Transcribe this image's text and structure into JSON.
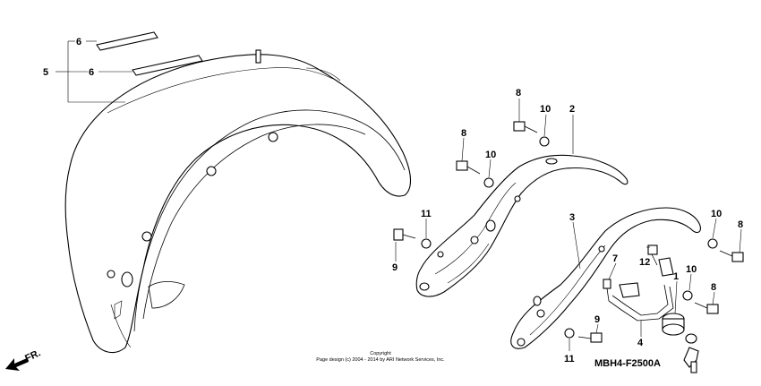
{
  "diagram": {
    "part_labels": {
      "p1": "1",
      "p2": "2",
      "p3": "3",
      "p4": "4",
      "p5": "5",
      "p6a": "6",
      "p6b": "6",
      "p7": "7",
      "p8a": "8",
      "p8b": "8",
      "p8c": "8",
      "p8d": "8",
      "p9a": "9",
      "p9b": "9",
      "p10a": "10",
      "p10b": "10",
      "p10c": "10",
      "p10d": "10",
      "p11a": "11",
      "p11b": "11",
      "p12": "12"
    },
    "direction_label": "FR.",
    "copyright_line1": "Copyright",
    "copyright_line2": "Page design (c) 2004 - 2014 by ARI Network Services, Inc.",
    "diagram_code": "MBH4-F2500A"
  }
}
